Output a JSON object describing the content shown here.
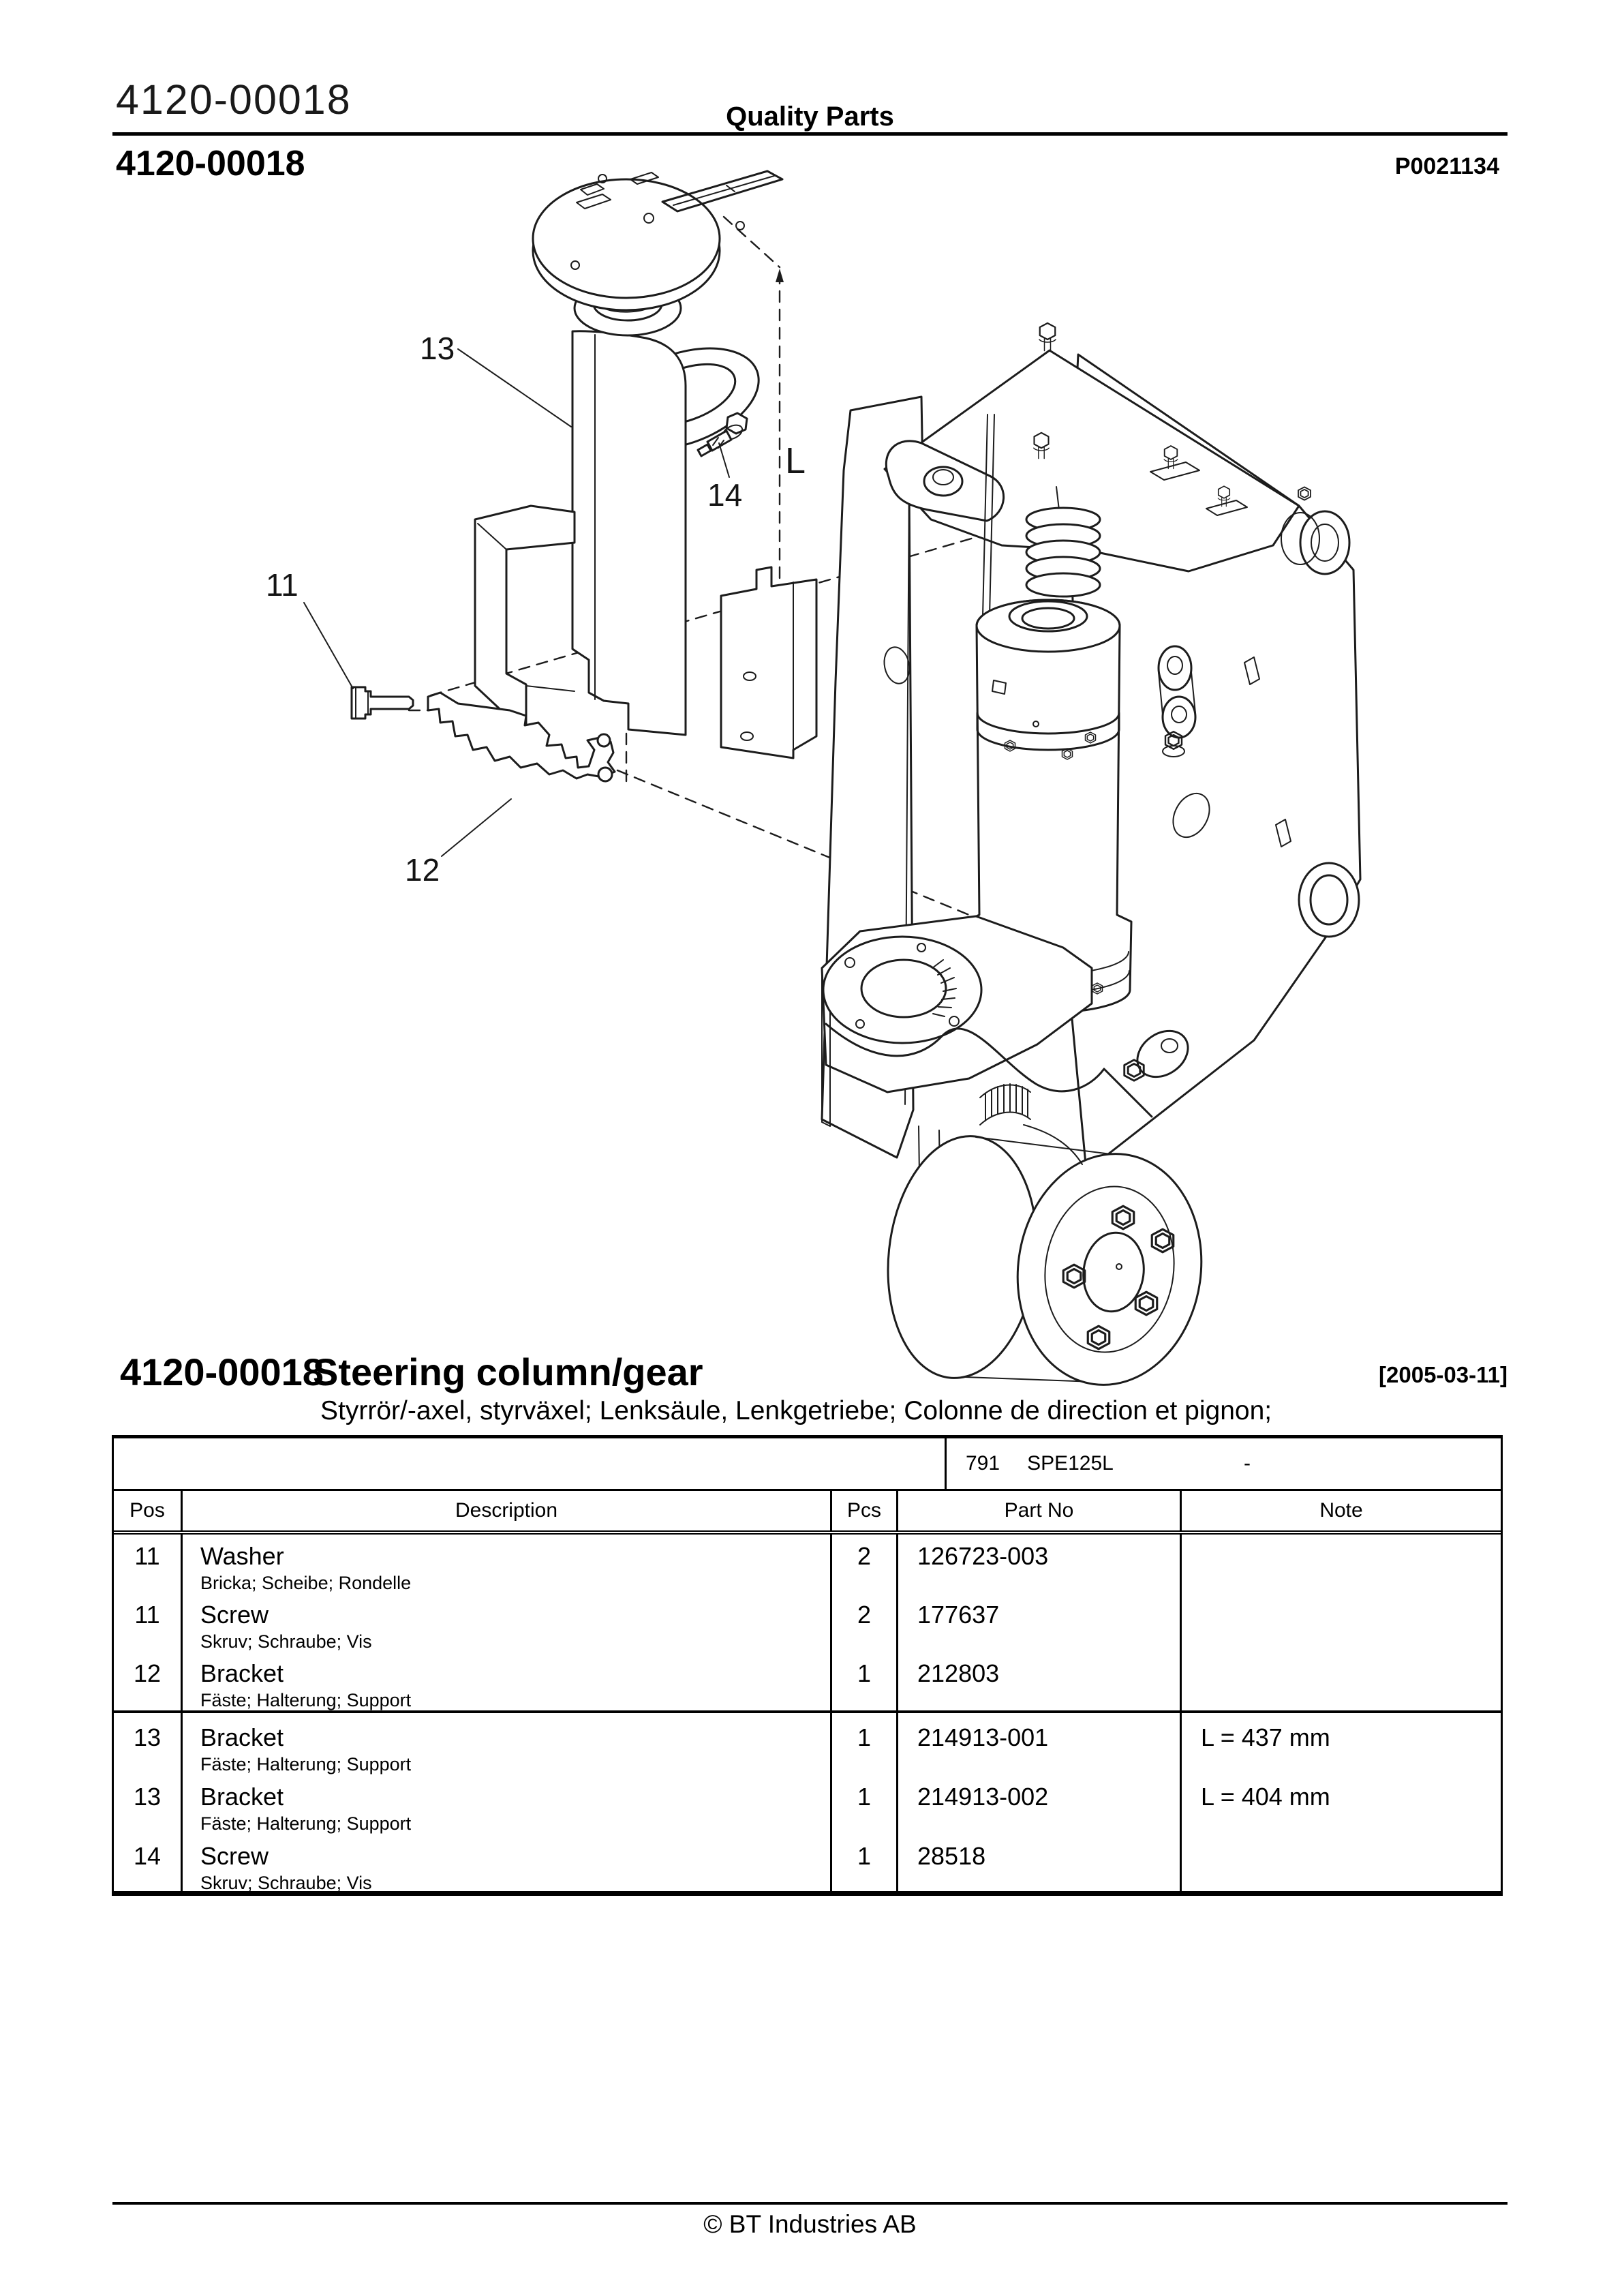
{
  "header": {
    "doc_number_light": "4120-00018",
    "center_title": "Quality Parts",
    "doc_number_bold": "4120-00018",
    "image_code": "P0021134"
  },
  "drawing": {
    "labels": {
      "l11": "11",
      "l12": "12",
      "l13": "13",
      "l14": "14",
      "dim": "L"
    }
  },
  "section": {
    "number": "4120-00018",
    "title": "Steering column/gear",
    "date": "[2005-03-11]",
    "subtitle": "Styrrör/-axel, styrväxel; Lenksäule, Lenkgetriebe; Colonne de direction et pignon;"
  },
  "table": {
    "band": {
      "code": "791",
      "model": "SPE125L",
      "dash": "-"
    },
    "headers": {
      "pos": "Pos",
      "description": "Description",
      "pcs": "Pcs",
      "part_no": "Part No",
      "note": "Note"
    },
    "rows": [
      {
        "pos": "11",
        "desc": "Washer",
        "sub": "Bricka; Scheibe; Rondelle",
        "pcs": "2",
        "part": "126723-003",
        "note": ""
      },
      {
        "pos": "11",
        "desc": "Screw",
        "sub": "Skruv; Schraube; Vis",
        "pcs": "2",
        "part": "177637",
        "note": ""
      },
      {
        "pos": "12",
        "desc": "Bracket",
        "sub": "Fäste; Halterung; Support",
        "pcs": "1",
        "part": "212803",
        "note": ""
      },
      {
        "pos": "13",
        "desc": "Bracket",
        "sub": "Fäste; Halterung; Support",
        "pcs": "1",
        "part": "214913-001",
        "note": "L = 437 mm"
      },
      {
        "pos": "13",
        "desc": "Bracket",
        "sub": "Fäste; Halterung; Support",
        "pcs": "1",
        "part": "214913-002",
        "note": "L = 404 mm"
      },
      {
        "pos": "14",
        "desc": "Screw",
        "sub": "Skruv; Schraube; Vis",
        "pcs": "1",
        "part": "28518",
        "note": ""
      }
    ]
  },
  "footer": {
    "copyright": "© BT Industries AB"
  }
}
